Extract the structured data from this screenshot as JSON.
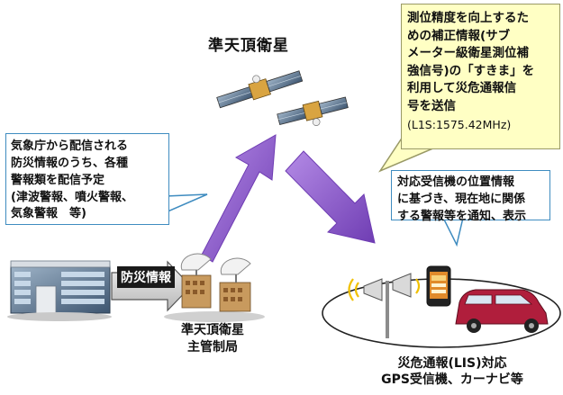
{
  "satellite_title": "準天頂衛星",
  "callout_correction": {
    "lines": [
      "測位精度を向上するた",
      "めの補正情報(サブ",
      "メーター級衛星測位補",
      "強信号)の「すきま」を",
      "利用して災危通報信",
      "号を送信"
    ],
    "frequency": "(L1S:1575.42MHz)"
  },
  "callout_jma": {
    "lines": [
      "気象庁から配信される",
      "防災情報のうち、各種",
      "警報類を配信予定",
      "(津波警報、噴火警報、",
      "気象警報　等)"
    ]
  },
  "callout_receiver": {
    "lines": [
      "対応受信機の位置情報",
      "に基づき、現在地に関係",
      "する警報等を通知、表示"
    ]
  },
  "bousai_label": "防災情報",
  "control_station": {
    "lines": [
      "準天頂衛星",
      "主管制局"
    ]
  },
  "receiver_label": {
    "lines": [
      "災危通報(LIS)対応",
      "GPS受信機、カーナビ等"
    ]
  },
  "colors": {
    "uplink_arrow": "#8a52c9",
    "yellow_callout": "#ffffc4",
    "callout_border": "#3f8cc0",
    "car": "#b01e3c",
    "phone_screen": "#e08a2a",
    "building": "#4a6a8a"
  }
}
